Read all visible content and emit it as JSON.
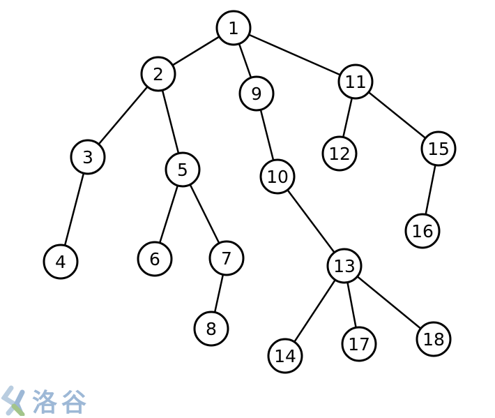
{
  "diagram": {
    "type": "tree",
    "nodes": [
      "1",
      "2",
      "3",
      "4",
      "5",
      "6",
      "7",
      "8",
      "9",
      "10",
      "11",
      "12",
      "13",
      "14",
      "15",
      "16",
      "17",
      "18"
    ],
    "edges": [
      [
        "1",
        "2"
      ],
      [
        "1",
        "9"
      ],
      [
        "1",
        "11"
      ],
      [
        "2",
        "3"
      ],
      [
        "2",
        "5"
      ],
      [
        "3",
        "4"
      ],
      [
        "5",
        "6"
      ],
      [
        "5",
        "7"
      ],
      [
        "7",
        "8"
      ],
      [
        "9",
        "10"
      ],
      [
        "10",
        "13"
      ],
      [
        "13",
        "14"
      ],
      [
        "13",
        "17"
      ],
      [
        "13",
        "18"
      ],
      [
        "11",
        "12"
      ],
      [
        "11",
        "15"
      ],
      [
        "15",
        "16"
      ]
    ]
  },
  "watermark": {
    "text": "洛谷",
    "colors": {
      "blue": "#9db8d6",
      "green": "#a3c48a"
    }
  }
}
